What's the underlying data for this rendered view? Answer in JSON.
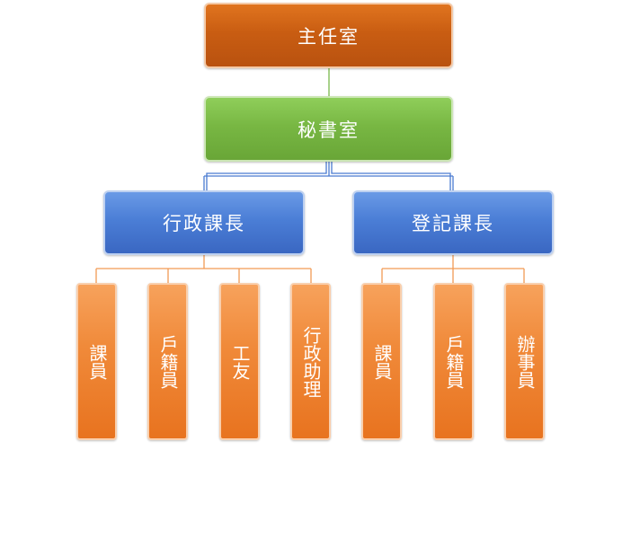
{
  "org_chart": {
    "root": {
      "label": "主任室"
    },
    "secretary": {
      "label": "秘書室"
    },
    "divisions": [
      {
        "label": "行政課長",
        "staff": [
          {
            "label": "課員"
          },
          {
            "label": "戶籍員"
          },
          {
            "label": "工友"
          },
          {
            "label": "行政助理"
          }
        ]
      },
      {
        "label": "登記課長",
        "staff": [
          {
            "label": "課員"
          },
          {
            "label": "戶籍員"
          },
          {
            "label": "辦事員"
          }
        ]
      }
    ]
  },
  "colors": {
    "root": "#c95d12",
    "secretary": "#78b743",
    "division": "#4b7ed6",
    "staff": "#f08a3a"
  }
}
